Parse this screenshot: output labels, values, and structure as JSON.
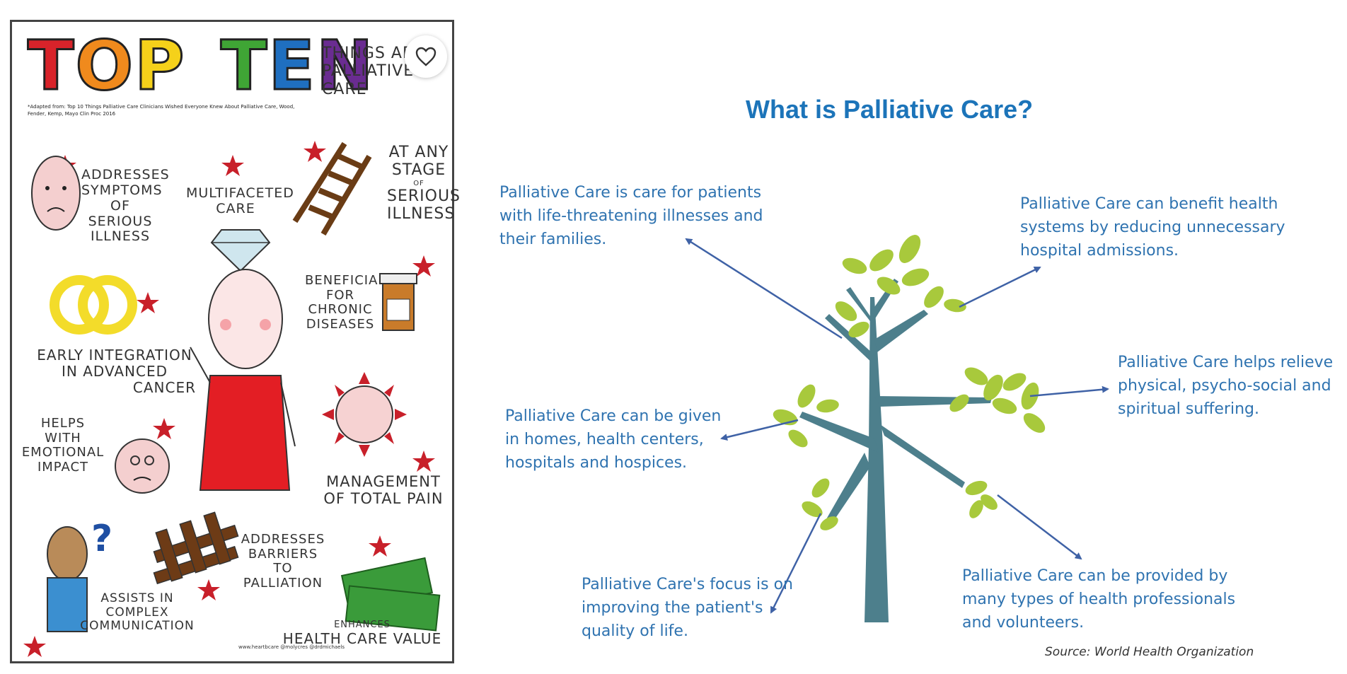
{
  "poster": {
    "title_letters": [
      {
        "char": "T",
        "color": "#d8232a"
      },
      {
        "char": "O",
        "color": "#f08a1d"
      },
      {
        "char": "P",
        "color": "#f5d11a"
      },
      {
        "char": " ",
        "color": "#ffffff"
      },
      {
        "char": "T",
        "color": "#3fa535"
      },
      {
        "char": "E",
        "color": "#1f6fc0"
      },
      {
        "char": "N",
        "color": "#6a2c91"
      }
    ],
    "subtitle_line1": "THINGS AB",
    "subtitle_line2": "PALLIATIVE CARE",
    "credit": "*Adapted from: Top 10 Things Palliative Care Clinicians Wished Everyone Knew About Palliative Care, Wood, Fender, Kemp, Mayo Clin Proc 2016",
    "items": {
      "symptoms": "ADDRESSES SYMPTOMS of SERIOUS ILLNESS",
      "multifaceted": "MULTIFACETED CARE",
      "any_stage_1": "AT ANY",
      "any_stage_2": "STAGE",
      "any_stage_3": "of",
      "any_stage_4": "SERIOUS ILLNESS",
      "beneficial": "BENEFICIAL for CHRONIC DISEASES",
      "early_1": "EARLY INTEGRATION",
      "early_2": "in ADVANCED",
      "early_3": "CANCER",
      "helps": "HELPS with EMOTIONAL IMPACT",
      "pain_1": "MANAGEMENT",
      "pain_2": "of TOTAL PAIN",
      "barriers": "ADDRESSES BARRIERS to PALLIATION",
      "assists": "ASSISTS in COMPLEX COMMUNICATION",
      "value_1": "ENHANCES",
      "value_2": "HEALTH CARE VALUE"
    },
    "footer": "www.heartbcare @molycres @drdmichaels",
    "favorite_icon": "heart-icon"
  },
  "diagram": {
    "title": "What is Palliative Care?",
    "notes": {
      "top_left": "Palliative Care is care for patients with life-threatening illnesses and their families.",
      "top_right": "Palliative Care can benefit health systems by reducing unnecessary hospital admissions.",
      "mid_right": "Palliative Care helps relieve physical, psycho-social and spiritual suffering.",
      "mid_left": "Palliative Care can be given in homes, health centers, hospitals and hospices.",
      "bottom_left": "Palliative Care's focus is on improving the patient's quality of life.",
      "bottom_right": "Palliative Care can be provided by many types of health professionals and volunteers."
    },
    "source": "Source:  World Health Organization",
    "colors": {
      "trunk": "#4d7f8c",
      "leaf": "#a8c93c",
      "arrow": "#3f62a6",
      "text": "#2f73b0",
      "title": "#1c74b9"
    }
  }
}
